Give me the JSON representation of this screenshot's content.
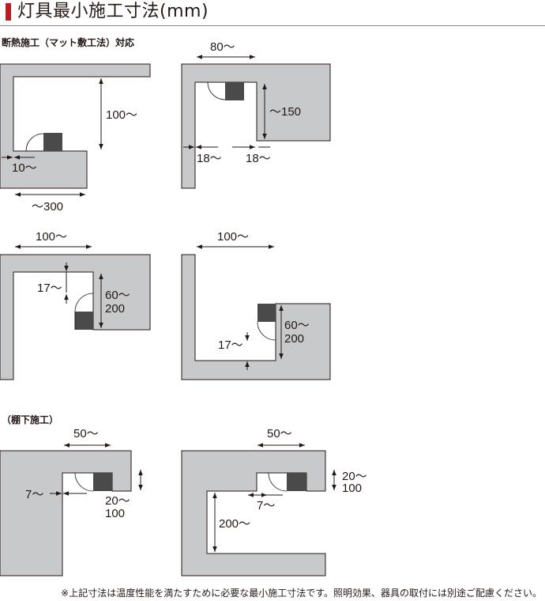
{
  "header": {
    "title": "灯具最小施工寸法(mm)",
    "accent_color": "#c8161d"
  },
  "sections": {
    "insulation": "断熱施工（マット敷工法）対応",
    "under_shelf": "（棚下施工）"
  },
  "diagrams": {
    "d1": {
      "height": "100～",
      "edge": "10～",
      "width": "～300"
    },
    "d2": {
      "width": "80～",
      "height": "～150",
      "left": "18～",
      "right": "18～"
    },
    "d3": {
      "width": "100～",
      "gap": "17～",
      "height_1": "60～",
      "height_2": "200"
    },
    "d4": {
      "width": "100～",
      "gap": "17～",
      "height_1": "60～",
      "height_2": "200"
    },
    "d5": {
      "width": "50～",
      "edge": "7～",
      "height_1": "20～",
      "height_2": "100"
    },
    "d6": {
      "width": "50～",
      "edge": "7～",
      "height_1": "20～",
      "height_2": "100",
      "clearance": "200～"
    }
  },
  "footer": {
    "note": "※上記寸法は温度性能を満たすために必要な最小施工寸法です。照明効果、器具の取付には別途ご配慮ください。"
  },
  "colors": {
    "wall": "#c8c9ca",
    "lamp": "#4a4a4a"
  }
}
